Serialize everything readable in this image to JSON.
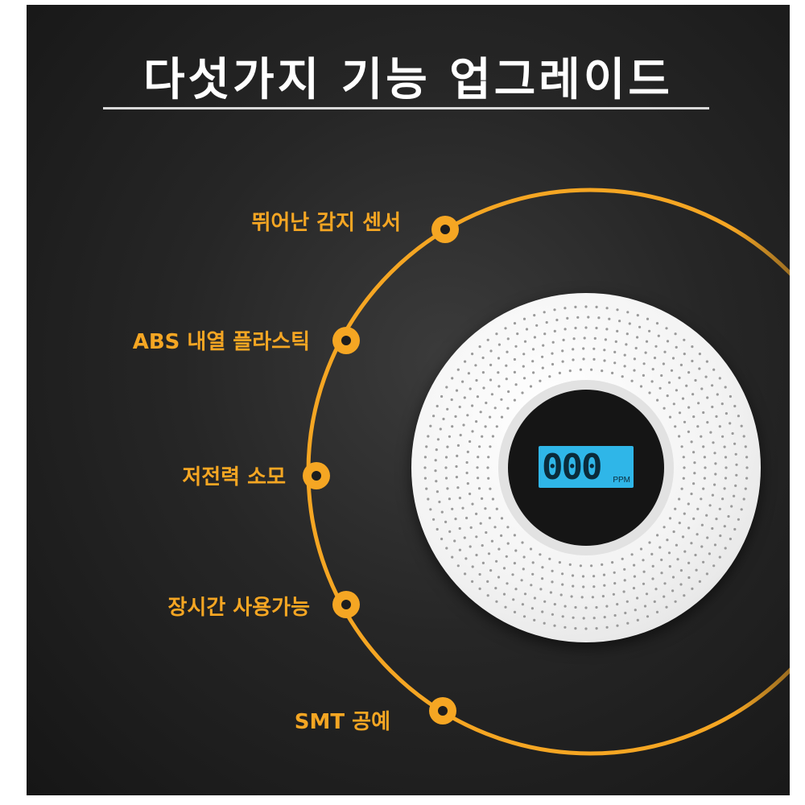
{
  "title": "다섯가지 기능 업그레이드",
  "features": [
    {
      "label": "뛰어난 감지 센서"
    },
    {
      "label": "ABS 내열 플라스틱"
    },
    {
      "label": "저전력 소모"
    },
    {
      "label": "장시간 사용가능"
    },
    {
      "label": "SMT 공예"
    }
  ],
  "device": {
    "display_value": "000",
    "display_unit": "PPM"
  },
  "colors": {
    "accent": "#f5a623",
    "background": "#262626",
    "lcd": "#2fb6e8"
  }
}
